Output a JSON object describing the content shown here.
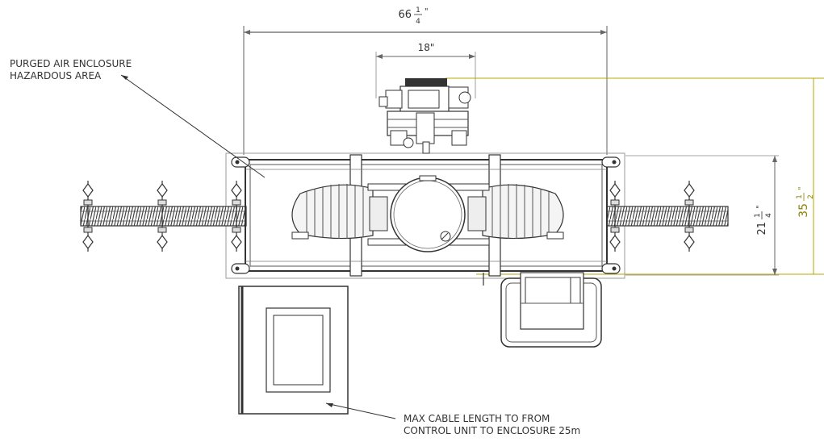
{
  "dimensions": {
    "overall_width": {
      "whole": "66",
      "num": "1",
      "den": "4",
      "unit": "\""
    },
    "top_unit_width": {
      "text": "18\""
    },
    "frame_depth": {
      "whole": "21",
      "num": "1",
      "den": "4",
      "unit": "\""
    },
    "overall_depth": {
      "whole": "35",
      "num": "1",
      "den": "2",
      "unit": "\""
    }
  },
  "callouts": {
    "enclosure_line1": "PURGED AIR ENCLOSURE",
    "enclosure_line2": "HAZARDOUS AREA",
    "cable_line1": "MAX CABLE LENGTH TO FROM",
    "cable_line2": "CONTROL UNIT TO ENCLOSURE 25m"
  },
  "colors": {
    "line": "#3a3a3a",
    "dim_line": "#666666",
    "accent_dim": "#b5a800",
    "accent_text": "#8a8200"
  }
}
